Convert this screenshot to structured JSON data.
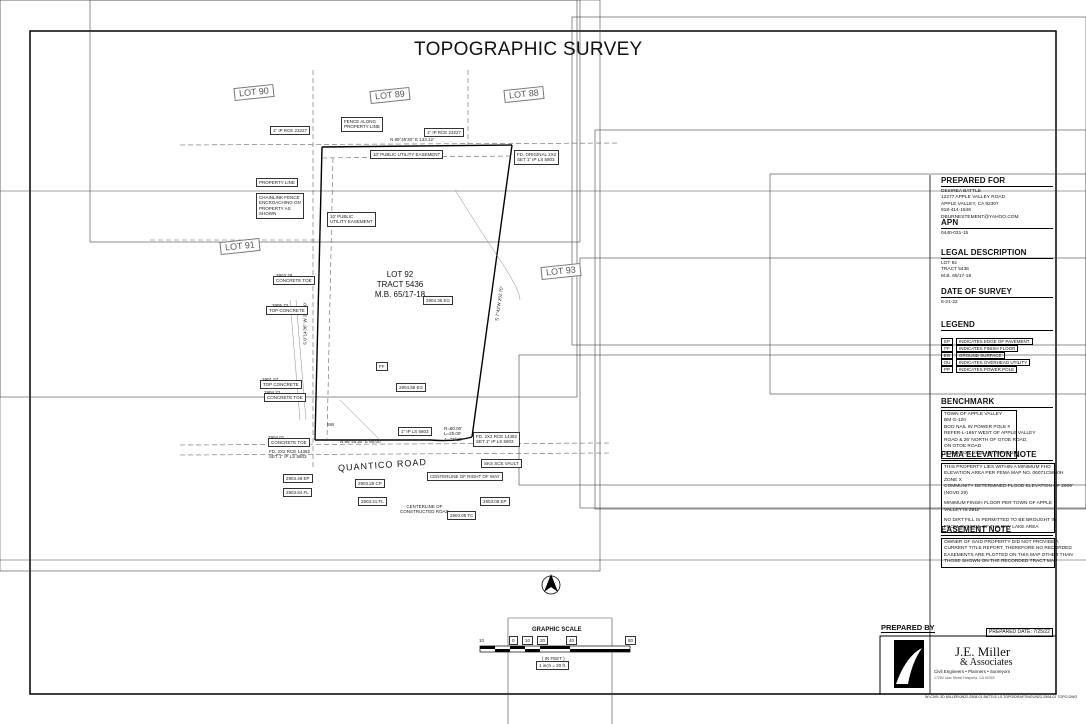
{
  "title": "TOPOGRAPHIC SURVEY",
  "lots": {
    "lot90": "LOT 90",
    "lot89": "LOT 89",
    "lot88": "LOT 88",
    "lot91": "LOT 91",
    "lot93": "LOT 93"
  },
  "subject": {
    "line1": "LOT 92",
    "line2": "TRACT 5436",
    "line3": "M.B. 65/17-18"
  },
  "road": "QUANTICO ROAD",
  "callouts": {
    "ip_rce_nw": "1\" IP RCE 23227",
    "ip_rce_ne": "1\" IP RCE 23227",
    "fence_property": "FENCE ALONG\nPROPERTY LINE",
    "bearing_north": "N 89°45'30\" E 133.12'",
    "pue_north": "10' PUBLIC UTILITY EASEMENT",
    "fd_original": "FD. ORIGINAL 2X2\nSET 1\" IP LS 5803",
    "property_line": "PROPERTY LINE",
    "chainlink": "CHAINLINK FENCE\nENCROACHING ON\nPROPERTY AS\nSHOWN",
    "pue_west": "10' PUBLIC\nUTILITY EASEMENT",
    "bearing_east": "S 7°43'W 202.70'",
    "bearing_west": "S 0°14'36\" W 200.00'",
    "bearing_south": "N 89°45'30\" E 80.00'",
    "curve": "R=80.00'\nL=25.00'\nΔ=73°29'",
    "fd_2x2_se": "FD. 2X2 RCE 14382\nSET 1\" IP LS 5803",
    "fd_2x2_sw": "FD. 2X2 RCE 14382\nSET 1\" IP LS 5803",
    "ip_ls_s": "1\" IP LS 5803",
    "sce_vault": "SKS SCE VAULT",
    "cl_right_of_way": "CENTERLINE OF RIGHT OF WAY",
    "cl_constructed": "CENTERLINE OF\nCONSTRUCTED ROAD",
    "top_concrete_1": "TOP CONCRETE",
    "top_concrete_2": "TOP CONCRETE",
    "concrete_toe_1": "CONCRETE TOE",
    "concrete_toe_2": "CONCRETE TOE",
    "concrete_toe_3": "CONCRETE TOE",
    "elev_1": "2904.36 EG",
    "elev_2": "2904.88 EG",
    "elev_3": "2903.25 CP",
    "elev_4": "2903.48 EP",
    "elev_5": "2903.84 FL",
    "elev_6": "2903.41 FL",
    "elev_7": "2903.08 EP",
    "elev_8": "2903.05 TC",
    "elev_9": "2901.57",
    "elev_10": "2903.78",
    "elev_11": "2905.72",
    "elev_12": "2904.01",
    "elev_13": "2904.22",
    "ff_label": "FF",
    "sw_label": "SW"
  },
  "panel": {
    "prepared_for_h": "PREPARED FOR",
    "prepared_for_b": [
      "DESIREA BATTLE",
      "12277 APPLE VALLEY ROAD",
      "APPLE VALLEY, CA 92307",
      "818-414-1848",
      "DBURNESTEMENT@YAHOO.COM"
    ],
    "apn_h": "APN",
    "apn_b": "0440-031-15",
    "legal_h": "LEGAL DESCRIPTION",
    "legal_b": [
      "LOT 92",
      "TRACT 5436",
      "M.B. 65/17-18"
    ],
    "date_h": "DATE OF SURVEY",
    "date_b": "6-21-22",
    "legend_h": "LEGEND",
    "legend": [
      {
        "k": "EP",
        "v": "INDICATES EDGE OF PAVEMENT"
      },
      {
        "k": "FF",
        "v": "INDICATES FINISH FLOOR"
      },
      {
        "k": "EG",
        "v": "GROUND SURFACE"
      },
      {
        "k": "OU",
        "v": "INDICATES OVERHEAD UTILITY"
      },
      {
        "k": "PP",
        "v": "INDICATES POWER POLE"
      }
    ],
    "benchmark_h": "BENCHMARK",
    "benchmark_b": [
      "TOWN OF APPLE VALLEY",
      "BM G-120",
      "BOO NAIL IN POWER POLE #",
      "REFER-L-1957 WEST OF APPLE VALLEY",
      "ROAD & 26' NORTH OF OTOE ROAD,",
      "ON OTOE ROAD",
      "ELEVATION: 2920.166 (NGVD 29)"
    ],
    "fema_h": "FEMA ELEVATION NOTE",
    "fema_b": [
      "THIS PROPERTY LIES WITHIN A MINIMUM FHD",
      "ELEVATION AREA PER FEMA MAP NO. 06071C5840H",
      "ZONE X",
      "COMMUNITY DETERMINED FLOOD ELEVATION OF 2909'",
      "(NGVD 29)",
      "",
      "MINIMUM FINISH FLOOR PER TOWN OF APPLE",
      "VALLEY IS 2911'",
      "",
      "NO DIRT FILL IS PERMITTED TO BE BROUGHT IN",
      "FROM OUTSIDE OF THE DRY LAKE AREA"
    ],
    "easement_h": "EASEMENT NOTE",
    "easement_b": [
      "OWNER OF SAID PROPERTY DID NOT PROVIDE A",
      "CURRENT TITLE REPORT, THEREFORE NO RECORDED",
      "EASEMENTS ARE PLOTTED ON THIS MAP OTHER THAN",
      "THOSE SHOWN ON THE RECORDED TRACT MAP"
    ]
  },
  "scale": {
    "title": "GRAPHIC SCALE",
    "ticks": [
      "10",
      "0",
      "10",
      "20",
      "40",
      "80"
    ],
    "unit": "( IN FEET )",
    "ratio": "1 inch = 20 ft."
  },
  "prepared_by": {
    "label": "PREPARED BY",
    "date": "PREPARED DATE: 7/25/22",
    "company1": "J.E. Miller",
    "company2": "& Associates",
    "tagline": "Civil Engineers • Planners • Surveyors",
    "address": "17250 Lilac Street Hesperia, CA 92345",
    "footer": "W:\\CIVIL 3D MILLER\\JN22-2508-01 BATTLE LS TOPO\\DRAFTING\\JN22-2508-01 TOPO.DWG"
  }
}
